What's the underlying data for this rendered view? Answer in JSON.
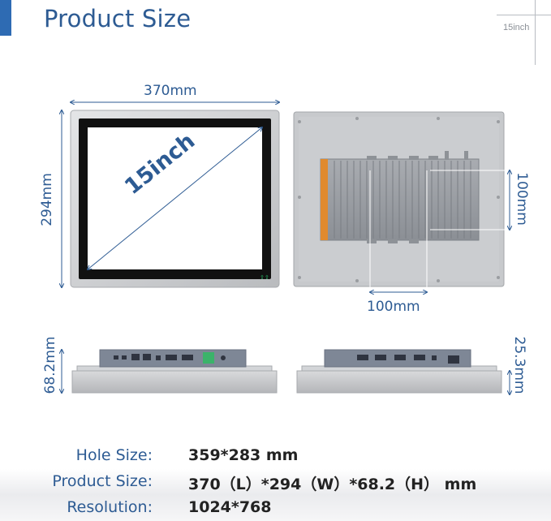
{
  "header": {
    "title": "Product Size",
    "corner_label": "15inch"
  },
  "front_view": {
    "width_label": "370mm",
    "height_label": "294mm",
    "diagonal_label": "15inch"
  },
  "rear_view": {
    "vesa_vertical_label": "100mm",
    "vesa_horizontal_label": "100mm"
  },
  "side_views": {
    "left_depth_label": "68.2mm",
    "right_depth_label": "25.3mm"
  },
  "specs": [
    {
      "label": "Hole Size:",
      "value": "359*283 mm"
    },
    {
      "label": "Product Size:",
      "value": "370（L）*294（W）*68.2（H） mm"
    },
    {
      "label": "Resolution:",
      "value": "1024*768"
    }
  ],
  "colors": {
    "accent": "#2e6bb3",
    "dimension_text": "#2d5b93",
    "panel_silver": "#c9cbce",
    "screen_black": "#111111",
    "io_orange": "#e08a2e"
  }
}
